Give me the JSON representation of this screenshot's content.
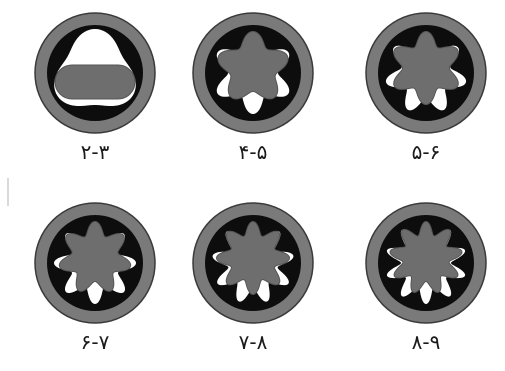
{
  "figure": {
    "items": [
      {
        "label": "۲-۳",
        "lobes": 3,
        "kind": "triangle"
      },
      {
        "label": "۴-۵",
        "lobes": 5,
        "kind": "lobed"
      },
      {
        "label": "۵-۶",
        "lobes": 6,
        "kind": "lobed"
      },
      {
        "label": "۶-۷",
        "lobes": 7,
        "kind": "lobed"
      },
      {
        "label": "۷-۸",
        "lobes": 8,
        "kind": "lobed"
      },
      {
        "label": "۸-۹",
        "lobes": 9,
        "kind": "lobed"
      }
    ],
    "colors": {
      "outer_ring": "#7a7a7a",
      "outer_edge": "#3a3a3a",
      "stator": "#0d0d0d",
      "rotor": "#6e6e6e",
      "rotor_edge": "#555555",
      "gap": "#ffffff",
      "caption": "#1a1a1a"
    }
  }
}
